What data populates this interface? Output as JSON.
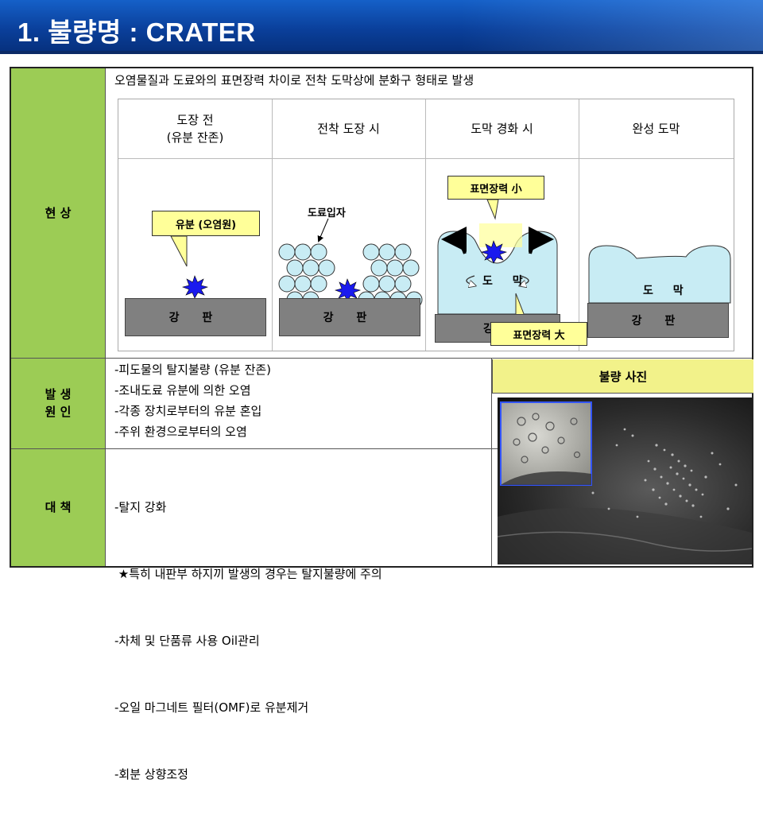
{
  "title": "1. 불량명 : CRATER",
  "rows": {
    "phenomenon": {
      "label": "현 상",
      "caption": "오염물질과 도료와의 표면장력 차이로 전착 도막상에 분화구 형태로 발생",
      "stages": [
        {
          "label_line1": "도장 전",
          "label_line2": "(유분 잔존)"
        },
        {
          "label_line1": "전착 도장 시",
          "label_line2": ""
        },
        {
          "label_line1": "도막 경화 시",
          "label_line2": ""
        },
        {
          "label_line1": "완성 도막",
          "label_line2": ""
        }
      ],
      "diagram": {
        "steel_plate": "강 판",
        "oil_callout": "유분 (오염원)",
        "paint_particle": "도료입자",
        "tension_small": "표면장력 小",
        "tension_large": "표면장력 大",
        "film": "도 막",
        "plate_partial": "강",
        "contaminant_color": "#1a1aee",
        "film_color": "#c8ecf4",
        "plate_color": "#808080"
      }
    },
    "cause": {
      "label_line1": "발 생",
      "label_line2": "원 인",
      "items": [
        "-피도물의 탈지불량 (유분 잔존)",
        "-조내도료 유분에 의한 오염",
        "-각종 장치로부터의 유분 혼입",
        "-주위 환경으로부터의 오염"
      ]
    },
    "countermeasure": {
      "label": "대 책",
      "items": [
        "-탈지 강화",
        " ★특히 내판부 하지끼 발생의 경우는 탈지불량에 주의",
        "-차체 및 단품류 사용 Oil관리",
        "-오일 마그네트 필터(OMF)로 유분제거",
        "-회분 상향조정"
      ]
    }
  },
  "photo": {
    "header": "불량 사진",
    "header_color": "#f2f28a"
  },
  "colors": {
    "header_blue": "#0a3f9a",
    "label_green": "#9ccc55"
  }
}
